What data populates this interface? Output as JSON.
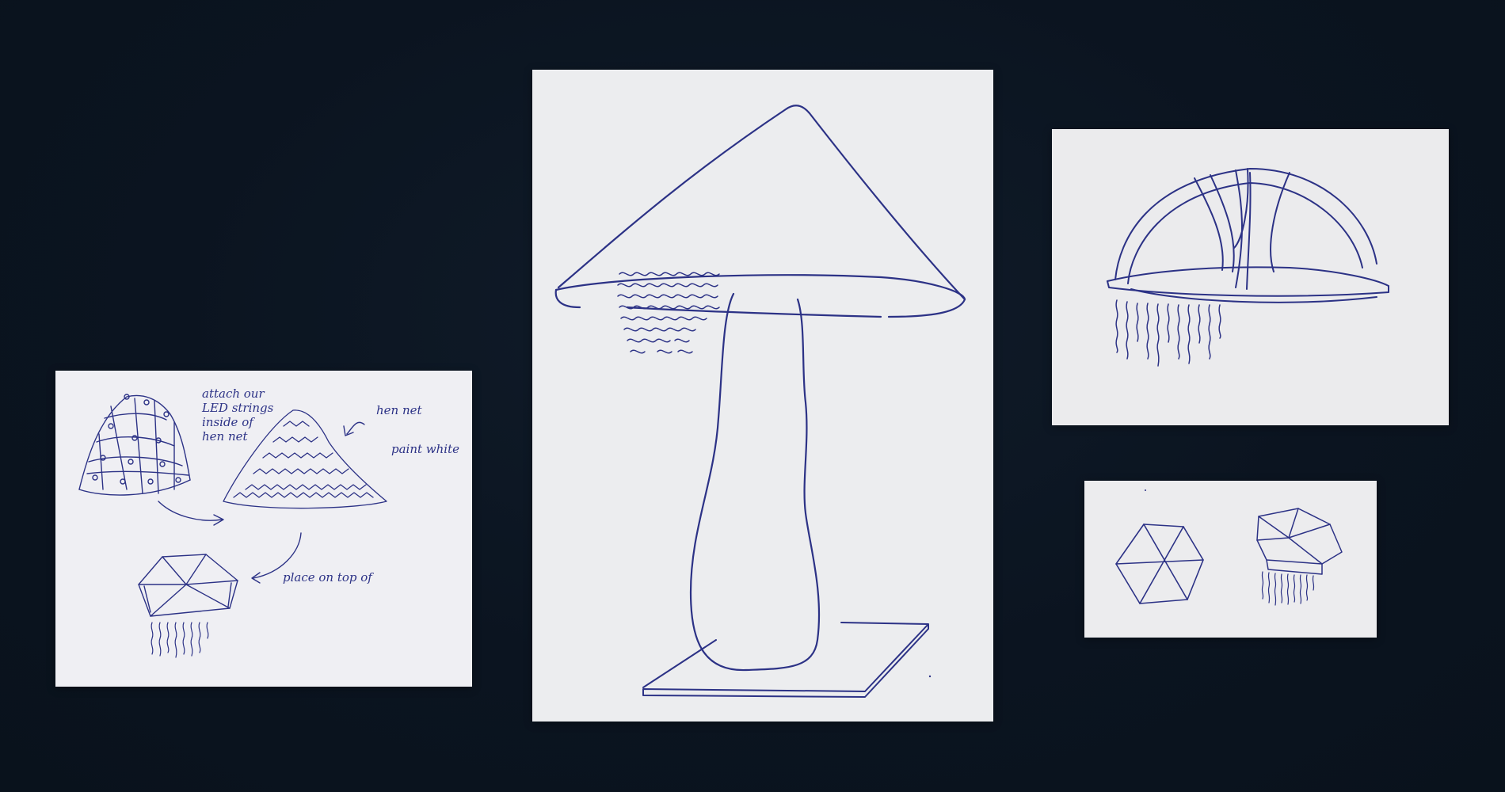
{
  "colors": {
    "background": "#0b1420",
    "paper": "#eeeff2",
    "ink": "#2c3286"
  },
  "notes_sheet": {
    "annotation_led_line1": "attach our",
    "annotation_led_line2": "LED strings",
    "annotation_led_line3": "inside of",
    "annotation_led_line4": "hen net",
    "annotation_hen_net": "hen net",
    "annotation_paint": "paint white",
    "annotation_place": "place on top of"
  }
}
